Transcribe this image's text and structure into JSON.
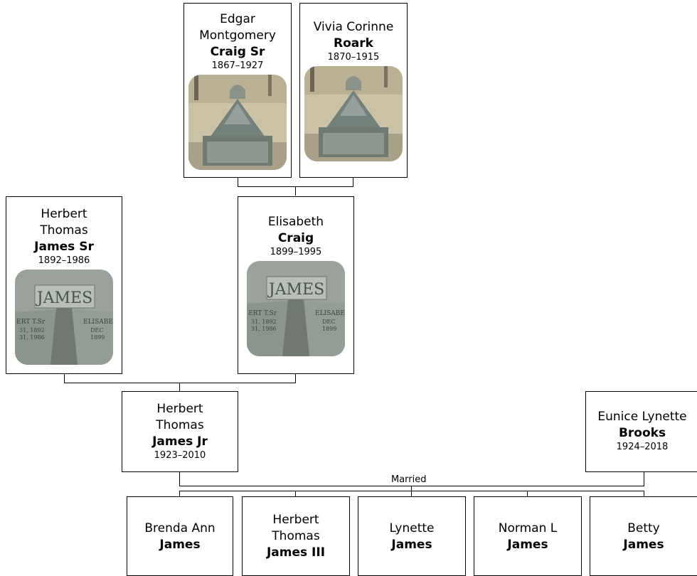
{
  "people": {
    "edgar": {
      "given_1": "Edgar",
      "given_2": "Montgomery",
      "surname": "Craig Sr",
      "years": "1867–1927"
    },
    "vivia": {
      "given_1": "Vivia Corinne",
      "surname": "Roark",
      "years": "1870–1915"
    },
    "herbert_sr": {
      "given_1": "Herbert",
      "given_2": "Thomas",
      "surname": "James Sr",
      "years": "1892–1986"
    },
    "elisabeth": {
      "given_1": "Elisabeth",
      "surname": "Craig",
      "years": "1899–1995"
    },
    "herbert_jr": {
      "given_1": "Herbert",
      "given_2": "Thomas",
      "surname": "James Jr",
      "years": "1923–2010"
    },
    "eunice": {
      "given_1": "Eunice Lynette",
      "surname": "Brooks",
      "years": "1924–2018"
    },
    "brenda": {
      "given_1": "Brenda Ann",
      "surname": "James"
    },
    "herbert_iii": {
      "given_1": "Herbert",
      "given_2": "Thomas",
      "surname": "James III"
    },
    "lynette": {
      "given_1": "Lynette",
      "surname": "James"
    },
    "norman": {
      "given_1": "Norman L",
      "surname": "James"
    },
    "betty": {
      "given_1": "Betty",
      "surname": "James"
    }
  },
  "photos": {
    "craig_headstone_text": "",
    "james_headstone_text": "JAMES",
    "james_left_inscription": [
      "ERT T.Sr",
      "31, 1892",
      "31, 1986"
    ],
    "james_right_inscription": [
      "ELISABE",
      "DEC",
      "1899"
    ]
  },
  "relationship_label": "Married",
  "colors": {
    "line": "#000000",
    "box_border": "#000000",
    "background": "#ffffff"
  }
}
